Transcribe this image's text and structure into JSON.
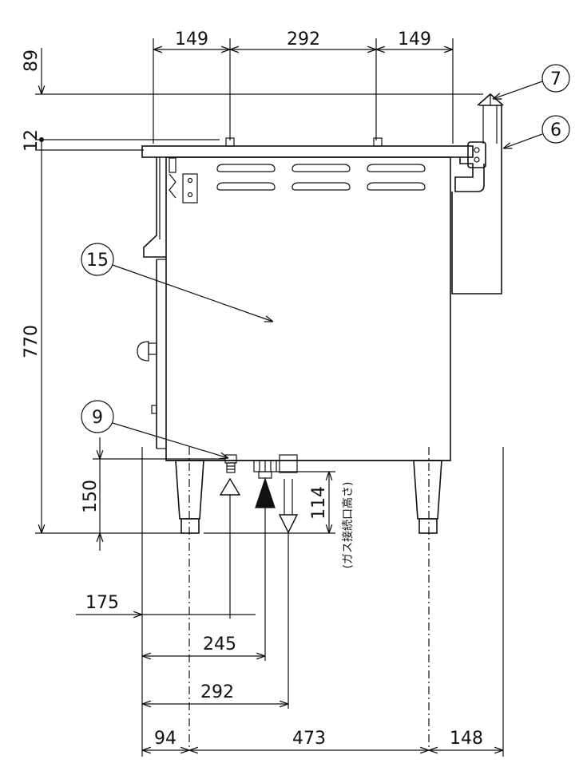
{
  "dimensions": {
    "top_left": "149",
    "top_center": "292",
    "top_right": "149",
    "left_89": "89",
    "left_12": "12",
    "left_770": "770",
    "left_150": "150",
    "right_114": "114",
    "gas_note": "(ガス接続口高さ)",
    "bottom_175": "175",
    "bottom_245": "245",
    "bottom_292": "292",
    "bottom_94": "94",
    "bottom_473": "473",
    "bottom_148": "148"
  },
  "callouts": {
    "c7": "7",
    "c6": "6",
    "c15": "15",
    "c9": "9"
  }
}
